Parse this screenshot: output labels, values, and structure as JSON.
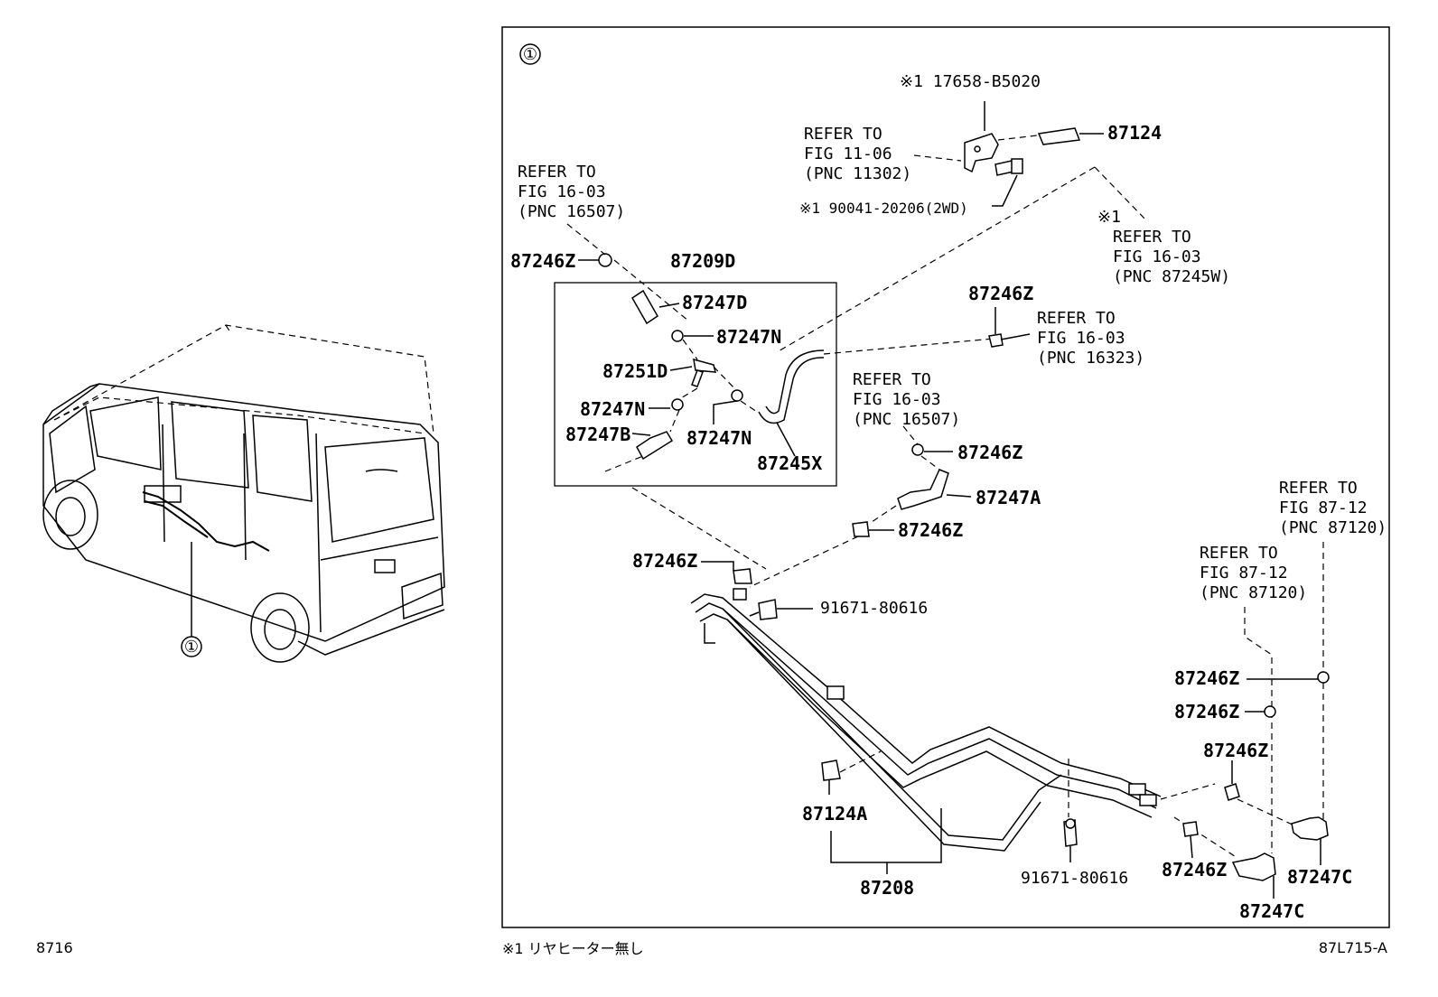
{
  "diagram": {
    "left_page_code": "8716",
    "right_figure_code": "87L715-A",
    "callout_number": "①",
    "footnote": "※1 リヤヒーター無し",
    "group_label": "87209D",
    "labels": {
      "ref_fig_11_06": [
        "REFER TO",
        "FIG 11-06",
        "(PNC 11302)"
      ],
      "part_17658": "※1 17658-B5020",
      "part_87124": "87124",
      "part_90041": "※1 90041-20206(2WD)",
      "ref_fig_16_03_87245w": [
        "※1",
        "REFER TO",
        "FIG 16-03",
        "(PNC 87245W)"
      ],
      "ref_fig_16_03_16507_top": [
        "REFER TO",
        "FIG 16-03",
        "(PNC 16507)"
      ],
      "part_87246z_1": "87246Z",
      "part_87247d": "87247D",
      "part_87247n_1": "87247N",
      "part_87251d": "87251D",
      "part_87247n_2": "87247N",
      "part_87247b": "87247B",
      "part_87247n_3": "87247N",
      "part_87245x": "87245X",
      "part_87246z_2": "87246Z",
      "ref_fig_16_03_16323": [
        "REFER TO",
        "FIG 16-03",
        "(PNC 16323)"
      ],
      "ref_fig_16_03_16507_mid": [
        "REFER TO",
        "FIG 16-03",
        "(PNC 16507)"
      ],
      "part_87246z_3": "87246Z",
      "part_87247a": "87247A",
      "part_87246z_4": "87246Z",
      "part_87246z_5": "87246Z",
      "part_91671_1": "91671-80616",
      "ref_fig_87_12_a": [
        "REFER TO",
        "FIG 87-12",
        "(PNC 87120)"
      ],
      "ref_fig_87_12_b": [
        "REFER TO",
        "FIG 87-12",
        "(PNC 87120)"
      ],
      "part_87246z_6": "87246Z",
      "part_87246z_7": "87246Z",
      "part_87246z_8": "87246Z",
      "part_87124a": "87124A",
      "part_87208": "87208",
      "part_91671_2": "91671-80616",
      "part_87246z_9": "87246Z",
      "part_87247c_1": "87247C",
      "part_87247c_2": "87247C"
    }
  }
}
